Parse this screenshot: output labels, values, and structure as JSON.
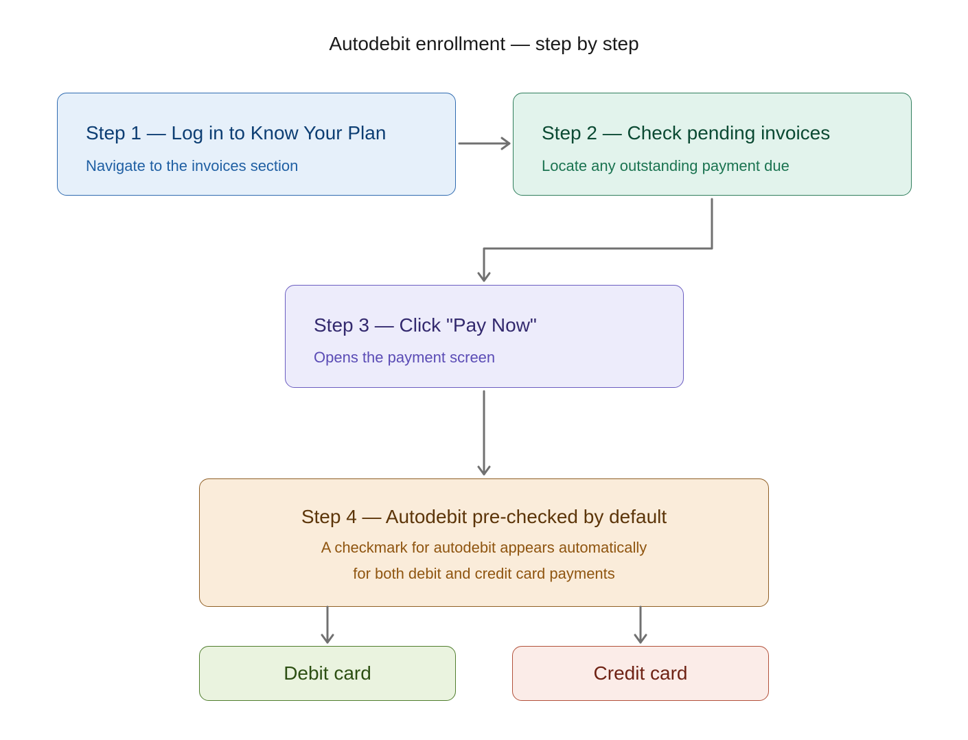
{
  "title": "Autodebit enrollment — step by step",
  "steps": [
    {
      "heading": "Step 1 — Log in to Know Your Plan",
      "detail": "Navigate to the invoices section",
      "colors": {
        "fill": "#e6f0fa",
        "border": "#2e6ab0",
        "heading": "#0d3e73",
        "detail": "#1f5fa3"
      }
    },
    {
      "heading": "Step 2 — Check pending invoices",
      "detail": "Locate any outstanding payment due",
      "colors": {
        "fill": "#e2f3ec",
        "border": "#2e7d5b",
        "heading": "#0b4a33",
        "detail": "#1a7350"
      }
    },
    {
      "heading": "Step 3 — Click \"Pay Now\"",
      "detail": "Opens the payment screen",
      "colors": {
        "fill": "#edecfb",
        "border": "#6a5cc0",
        "heading": "#33296e",
        "detail": "#5a4bb5"
      }
    },
    {
      "heading": "Step 4 — Autodebit pre-checked by default",
      "detail_lines": [
        "A checkmark for autodebit appears automatically",
        "for both debit and credit card payments"
      ],
      "colors": {
        "fill": "#faecda",
        "border": "#8f5e24",
        "heading": "#5c3509",
        "detail": "#8f5510"
      }
    }
  ],
  "outcomes": [
    {
      "label": "Debit card",
      "colors": {
        "fill": "#eaf3df",
        "border": "#4f7d2c",
        "text": "#2c4f12"
      }
    },
    {
      "label": "Credit card",
      "colors": {
        "fill": "#fbece8",
        "border": "#b2503a",
        "text": "#6e2214"
      }
    }
  ],
  "connector_color": "#707070"
}
